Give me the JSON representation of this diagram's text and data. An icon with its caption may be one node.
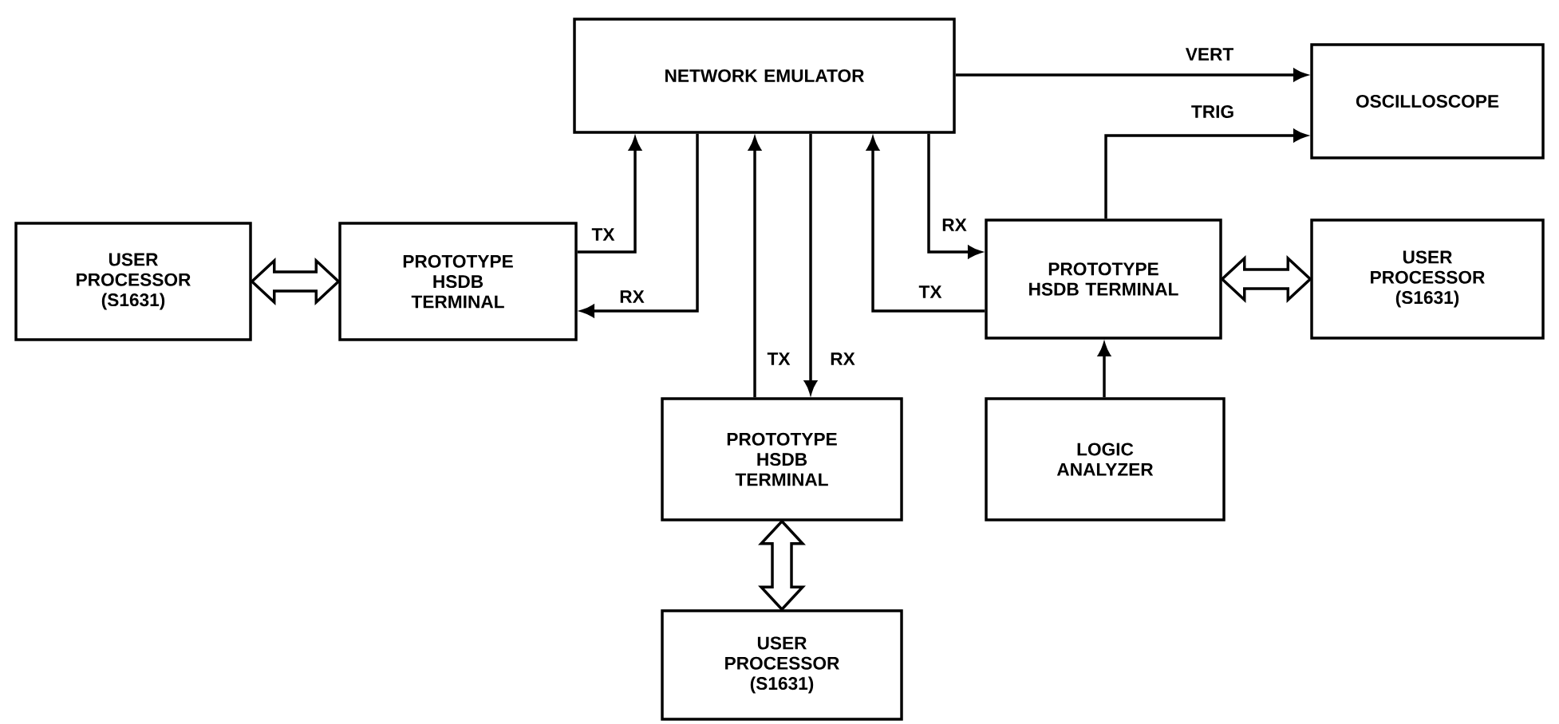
{
  "diagram": {
    "nodes": [
      {
        "text": [
          "NETWORK EMULATOR"
        ]
      },
      {
        "text": [
          "OSCILLOSCOPE"
        ]
      },
      {
        "text": [
          "USER PROCESSOR (S1631)"
        ]
      },
      {
        "text": [
          "PROTOTYPE HSDB TERMINAL"
        ]
      },
      {
        "text": [
          "PROTOTYPE HSDB TERMINAL"
        ]
      },
      {
        "text": [
          "USER PROCESSOR (S1631)"
        ]
      },
      {
        "text": [
          "PROTOTYPE HSDB TERMINAL"
        ]
      },
      {
        "text": [
          "LOGIC ANALYZER"
        ]
      },
      {
        "text": [
          "USER PROCESSOR (S1631)"
        ]
      }
    ],
    "edges": [
      {
        "from": 3,
        "to": 0,
        "arrow": "to",
        "label": "TX"
      },
      {
        "from": 0,
        "to": 3,
        "arrow": "to",
        "label": "RX"
      },
      {
        "from": 6,
        "to": 0,
        "arrow": "to",
        "label": "TX"
      },
      {
        "from": 0,
        "to": 6,
        "arrow": "to",
        "label": "RX"
      },
      {
        "from": 0,
        "to": 4,
        "arrow": "to",
        "label": "RX"
      },
      {
        "from": 4,
        "to": 0,
        "arrow": "to",
        "label": "TX"
      },
      {
        "from": 0,
        "to": 1,
        "arrow": "to",
        "label": "VERT"
      },
      {
        "from": 4,
        "to": 1,
        "arrow": "to",
        "label": "TRIG"
      },
      {
        "from": 7,
        "to": 4,
        "arrow": "to"
      },
      {
        "from": 2,
        "to": 3,
        "arrow": "both",
        "style": "thick"
      },
      {
        "from": 4,
        "to": 5,
        "arrow": "both",
        "style": "thick"
      },
      {
        "from": 6,
        "to": 8,
        "arrow": "both",
        "style": "thick"
      }
    ]
  }
}
